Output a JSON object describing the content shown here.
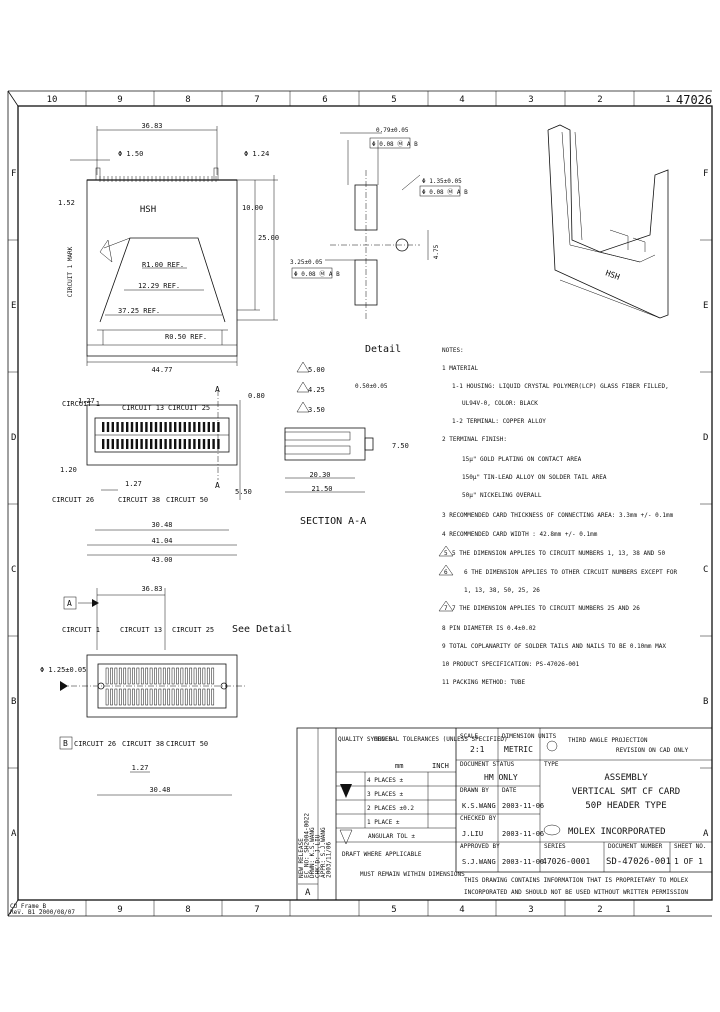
{
  "drawing_number": "47026",
  "zone_columns": [
    "10",
    "9",
    "8",
    "7",
    "6",
    "5",
    "4",
    "3",
    "2",
    "1"
  ],
  "zone_rows": [
    "F",
    "E",
    "D",
    "C",
    "B",
    "A"
  ],
  "top_view": {
    "dims": [
      "36.83",
      "Φ 1.50",
      "Φ 1.24",
      "1.52",
      "10.00",
      "25.00",
      "R1.00 REF.",
      "12.29 REF.",
      "37.25 REF.",
      "R0.50 REF.",
      "44.77"
    ],
    "marking": "HSH",
    "circuit_mark": "CIRCUIT 1 MARK"
  },
  "detail": {
    "dims": [
      "0.79±0.05",
      "Φ 0.08 Ⓜ A B",
      "Φ 1.35±0.05",
      "Φ 0.08 Ⓜ A B",
      "4.75",
      "3.25±0.05",
      "Φ 0.08 Ⓜ A B"
    ],
    "label": "Detail"
  },
  "front_view": {
    "circuits": [
      "CIRCUIT 1",
      "CIRCUIT 13",
      "CIRCUIT 25",
      "CIRCUIT 26",
      "CIRCUIT 38",
      "CIRCUIT 50"
    ],
    "dims": [
      "1.27",
      "1.20",
      "0.80",
      "5.50",
      "1.27",
      "30.48",
      "41.04",
      "43.00",
      "A",
      "A"
    ]
  },
  "section": {
    "flags": [
      "5.00",
      "4.25",
      "3.50"
    ],
    "dims": [
      "0.50±0.05",
      "7.50",
      "20.30",
      "21.50"
    ],
    "label": "SECTION A-A"
  },
  "bottom_view": {
    "circuits": [
      "CIRCUIT 1",
      "CIRCUIT 13",
      "CIRCUIT 25",
      "CIRCUIT 26",
      "CIRCUIT 38",
      "CIRCUIT 50"
    ],
    "dims": [
      "36.83",
      "Φ 1.25±0.05",
      "1.27",
      "30.48"
    ],
    "datum_a": "A",
    "datum_b": "B",
    "see_detail": "See Detail"
  },
  "notes": [
    "NOTES:",
    "1 MATERIAL",
    "1-1 HOUSING: LIQUID CRYSTAL POLYMER(LCP) GLASS FIBER FILLED,",
    "UL94V-0, COLOR: BLACK",
    "1-2 TERMINAL: COPPER ALLOY",
    "2 TERMINAL FINISH:",
    "15μ\" GOLD PLATING ON CONTACT AREA",
    "150μ\" TIN-LEAD ALLOY ON SOLDER TAIL AREA",
    "50μ\" NICKELING OVERALL",
    "3 RECOMMENDED CARD THICKNESS OF CONNECTING AREA: 3.3mm +/- 0.1mm",
    "4 RECOMMENDED CARD WIDTH : 42.8mm +/- 0.1mm",
    "5 THE DIMENSION APPLIES TO CIRCUIT NUMBERS 1, 13, 38 AND 50",
    "6 THE DIMENSION APPLIES TO OTHER CIRCUIT NUMBERS EXCEPT FOR",
    "1, 13, 38, 50, 25, 26",
    "7 THE DIMENSION APPLIES TO CIRCUIT NUMBERS 25 AND 26",
    "8 PIN DIAMETER IS 0.4±0.02",
    "9 TOTAL COPLANARITY OF SOLDER TAILS AND NAILS TO BE 0.10mm MAX",
    "10 PRODUCT SPECIFICATION: PS-47026-001",
    "11 PACKING METHOD: TUBE"
  ],
  "note_flags": [
    "5",
    "6",
    "7"
  ],
  "title_block": {
    "quality_symbols": "QUALITY SYMBOLS",
    "general_tol": "GENERAL TOLERANCES (UNLESS SPECIFIED)",
    "units_mm": "mm",
    "units_inch": "INCH",
    "places": [
      "4 PLACES ±",
      "3 PLACES ±",
      "2 PLACES ±0.2",
      "1 PLACE ±"
    ],
    "angular": "ANGULAR TOL ±",
    "draft": "DRAFT WHERE APPLICABLE",
    "must_remain": "MUST REMAIN WITHIN DIMENSIONS",
    "scale_label": "SCALE",
    "scale": "2:1",
    "dimension_units_label": "DIMENSION UNITS",
    "units": "METRIC",
    "third_angle": "THIRD ANGLE PROJECTION",
    "revision_label": "REVISION ON CAD ONLY",
    "document_status": "DOCUMENT STATUS",
    "type_label": "TYPE",
    "doc_status": "HM ONLY",
    "drawn_by_label": "DRAWN BY",
    "drawn_by": "K.S.WANG",
    "date_label": "DATE",
    "drawn_date": "2003-11-06",
    "checked_by_label": "CHECKED BY",
    "checked_by": "J.LIU",
    "checked_date": "2003-11-06",
    "approved_by_label": "APPROVED BY",
    "approved_by": "S.J.WANG",
    "approved_date": "2003-11-06",
    "title_lines": [
      "ASSEMBLY",
      "VERTICAL SMT CF CARD",
      "50P HEADER TYPE"
    ],
    "company": "MOLEX INCORPORATED",
    "series_label": "SERIES",
    "series": "47026-0001",
    "doc_number_label": "DOCUMENT NUMBER",
    "doc_number": "SD-47026-001",
    "sheet_label": "SHEET NO.",
    "sheet": "1 OF 1",
    "proprietary_1": "THIS DRAWING CONTAINS INFORMATION THAT IS PROPRIETARY TO MOLEX",
    "proprietary_2": "INCORPORATED AND SHOULD NOT BE USED WITHOUT WRITTEN PERMISSION",
    "rev_letter": "A",
    "rev_entries": [
      "NEW RELEASE",
      "EC NO: SH2004-0022",
      "DRWN: K.S.WANG",
      "CHK'D: J.LIU",
      "APPR: S.J.WANG",
      "2003/11/06"
    ]
  },
  "frame_label": "CU_Frame_B",
  "frame_rev": "Rev. B1  2000/08/07"
}
